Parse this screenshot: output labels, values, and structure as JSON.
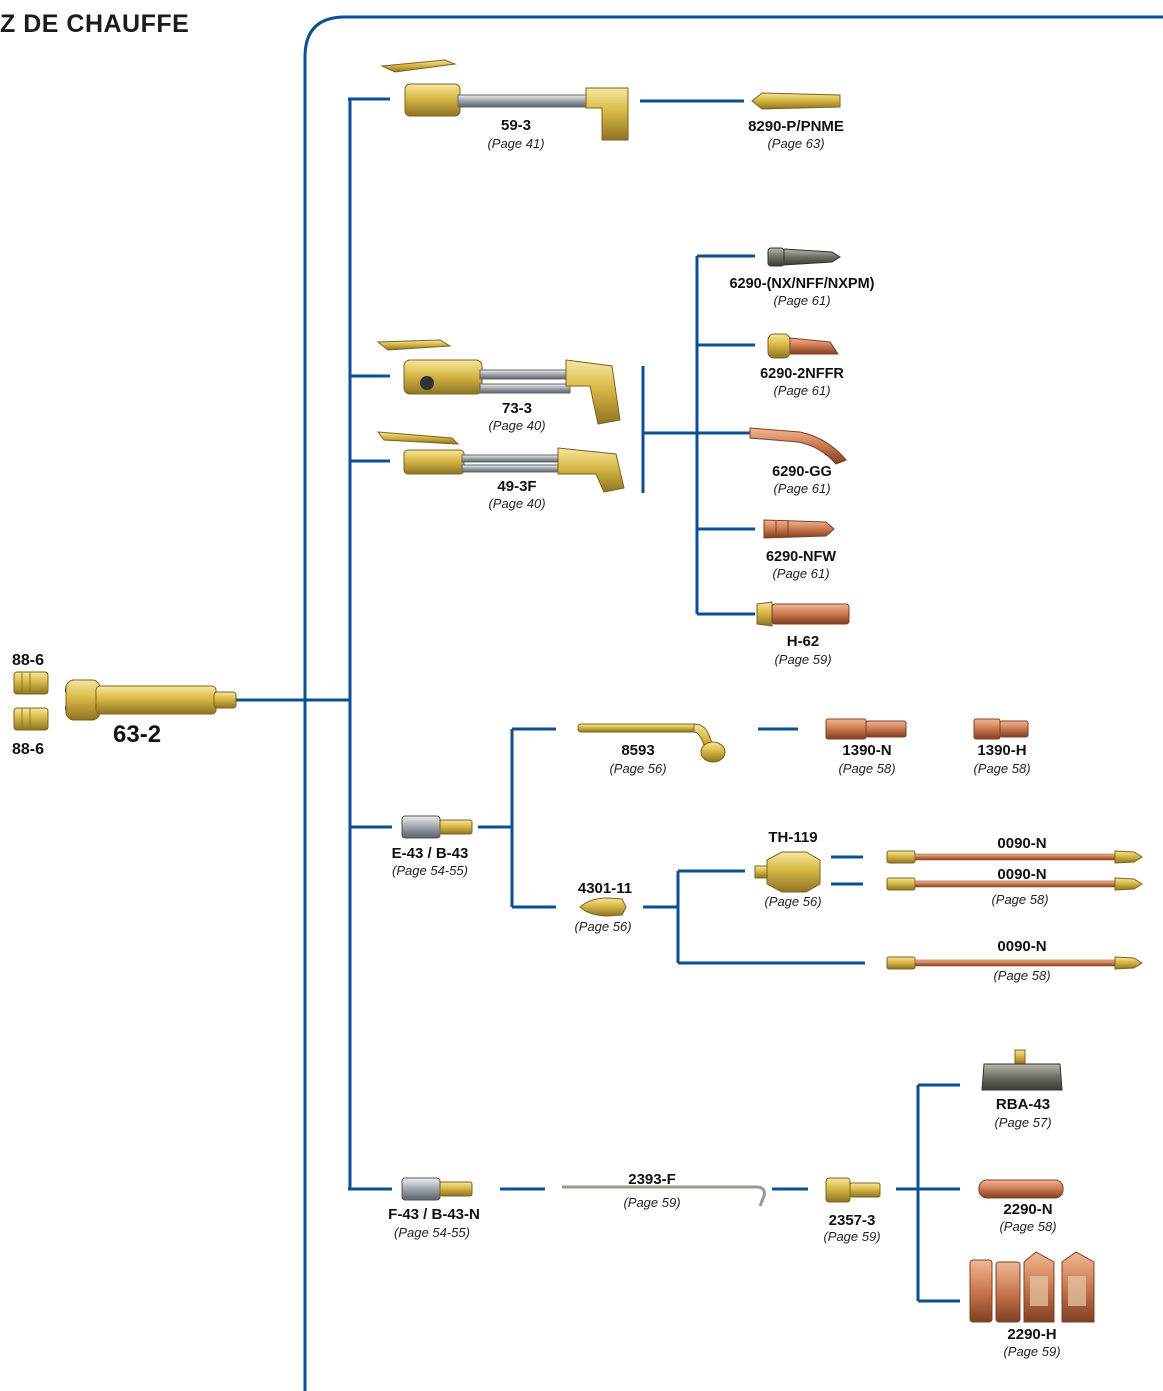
{
  "title": "Z DE CHAUFFE",
  "colors": {
    "connector": "#0d4f94",
    "frame": "#0d4f94",
    "brass": "#d8b845",
    "copper": "#c9784e",
    "steel": "#9ea4ab"
  },
  "handle": {
    "code": "63-2"
  },
  "fittings": [
    {
      "code": "88-6",
      "icon": "brass-fitting-icon"
    },
    {
      "code": "88-6",
      "icon": "brass-fitting-icon"
    }
  ],
  "parts": {
    "p59_3": {
      "code": "59-3",
      "page": "(Page 41)",
      "icon": "brazing-attachment-icon"
    },
    "p8290": {
      "code": "8290-P/PNME",
      "page": "(Page 63)",
      "icon": "tip-icon"
    },
    "p73_3": {
      "code": "73-3",
      "page": "(Page 40)",
      "icon": "cutting-attachment-icon"
    },
    "p49_3f": {
      "code": "49-3F",
      "page": "(Page 40)",
      "icon": "cutting-attachment-icon"
    },
    "p6290_nx": {
      "code": "6290-(NX/NFF/NXPM)",
      "page": "(Page 61)",
      "icon": "cutting-tip-icon"
    },
    "p6290_2nffr": {
      "code": "6290-2NFFR",
      "page": "(Page 61)",
      "icon": "cutting-tip-icon"
    },
    "p6290_gg": {
      "code": "6290-GG",
      "page": "(Page 61)",
      "icon": "gouging-tip-icon"
    },
    "p6290_nfw": {
      "code": "6290-NFW",
      "page": "(Page 61)",
      "icon": "cutting-tip-icon"
    },
    "ph62": {
      "code": "H-62",
      "page": "(Page 59)",
      "icon": "heating-tip-icon"
    },
    "pe43": {
      "code": "E-43 / B-43",
      "page": "(Page 54-55)",
      "icon": "mixer-icon"
    },
    "p8593": {
      "code": "8593",
      "page": "(Page 56)",
      "icon": "bent-tube-icon"
    },
    "p1390n": {
      "code": "1390-N",
      "page": "(Page 58)",
      "icon": "copper-tip-icon"
    },
    "p1390h": {
      "code": "1390-H",
      "page": "(Page 58)",
      "icon": "copper-tip-icon"
    },
    "p4301": {
      "code": "4301-11",
      "page": "(Page 56)",
      "icon": "adaptor-icon"
    },
    "pth119": {
      "code": "TH-119",
      "page": "(Page 56)",
      "icon": "hex-adaptor-icon"
    },
    "p0090a": {
      "code": "0090-N",
      "icon": "extension-tube-icon"
    },
    "p0090b": {
      "code": "0090-N",
      "page": "(Page 58)",
      "icon": "extension-tube-icon"
    },
    "p0090c": {
      "code": "0090-N",
      "page": "(Page 58)",
      "icon": "extension-tube-icon"
    },
    "pf43": {
      "code": "F-43 / B-43-N",
      "page": "(Page 54-55)",
      "icon": "mixer-icon"
    },
    "p2393f": {
      "code": "2393-F",
      "page": "(Page 59)",
      "icon": "bent-tube-icon"
    },
    "p2357": {
      "code": "2357-3",
      "page": "(Page 59)",
      "icon": "adaptor-icon"
    },
    "prba43": {
      "code": "RBA-43",
      "page": "(Page 57)",
      "icon": "rosebud-burner-icon"
    },
    "p2290n": {
      "code": "2290-N",
      "page": "(Page 58)",
      "icon": "copper-tip-icon"
    },
    "p2290h": {
      "code": "2290-H",
      "page": "(Page 59)",
      "icon": "multi-flame-tip-icon"
    }
  }
}
